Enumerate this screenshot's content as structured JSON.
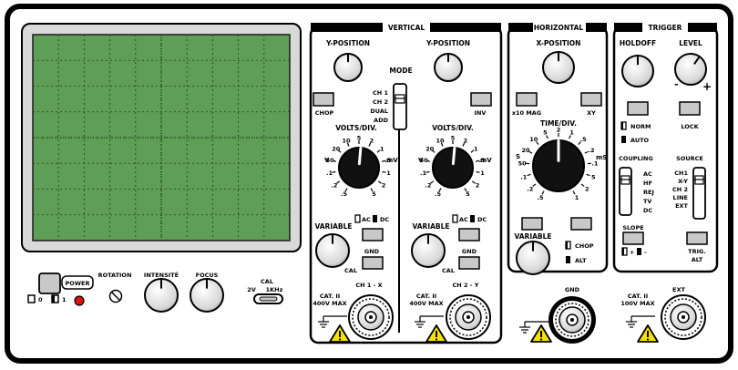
{
  "sections": {
    "vertical": "VERTICAL",
    "horizontal": "HORIZONTAL",
    "trigger": "TRIGGER"
  },
  "bottom": {
    "power": "POWER",
    "off": "0",
    "on": "1",
    "rotation": "ROTATION",
    "intensite": "INTENSITÉ",
    "focus": "FOCUS",
    "cal": "CAL",
    "cal_v": "2V",
    "cal_f": "1KHz"
  },
  "vertical": {
    "y_position": "Y-POSITION",
    "mode": "MODE",
    "modes": [
      "CH 1",
      "CH 2",
      "DUAL",
      "ADD"
    ],
    "chop": "CHOP",
    "inv": "INV",
    "volts_div": "VOLTS/DIV.",
    "variable": "VARIABLE",
    "ac": "AC",
    "dc": "DC",
    "gnd": "GND",
    "cal": "CAL",
    "cat": "CAT. II",
    "max": "400V MAX",
    "ch1": "CH 1 - X",
    "ch2": "CH 2 - Y",
    "scale_v": "V",
    "scale_mv": "mV",
    "scale_labels": [
      ".5",
      ".2",
      ".1",
      "50",
      "20",
      "10",
      "5",
      "2",
      "1",
      ".5",
      "1",
      "2",
      "5"
    ]
  },
  "horizontal": {
    "x_position": "X-POSITION",
    "mag": "x10 MAG",
    "xy": "XY",
    "time_div": "TIME/DIV.",
    "s": "S",
    "ms": "mS",
    "scale_labels": [
      ".5",
      ".2",
      ".1",
      "50",
      "20",
      "10",
      "5",
      "2",
      "1",
      ".5",
      ".2",
      ".1",
      "5",
      "2",
      "1"
    ],
    "variable": "VARIABLE",
    "chop": "CHOP",
    "alt": "ALT",
    "gnd": "GND"
  },
  "trigger": {
    "holdoff": "HOLDOFF",
    "level": "LEVEL",
    "minus": "-",
    "plus": "+",
    "norm": "NORM",
    "auto": "AUTO",
    "lock": "LOCK",
    "coupling": "COUPLING",
    "coupling_opts": [
      "AC",
      "HF",
      "REJ",
      "TV",
      "DC"
    ],
    "source": "SOURCE",
    "source_opts": [
      "CH1",
      "X-Y",
      "CH 2",
      "LINE",
      "EXT"
    ],
    "slope": "SLOPE",
    "slope_sym": "+",
    "slope_sym2": "-",
    "trig_alt_1": "TRIG.",
    "trig_alt_2": "ALT",
    "cat": "CAT. II",
    "max": "100V MAX",
    "ext": "EXT"
  },
  "colors": {
    "screen": "#5e9e56",
    "grid": "#1f3f1c",
    "button": "#c8c8c8",
    "power_led": "#e01010",
    "warning": "#f5e100"
  }
}
